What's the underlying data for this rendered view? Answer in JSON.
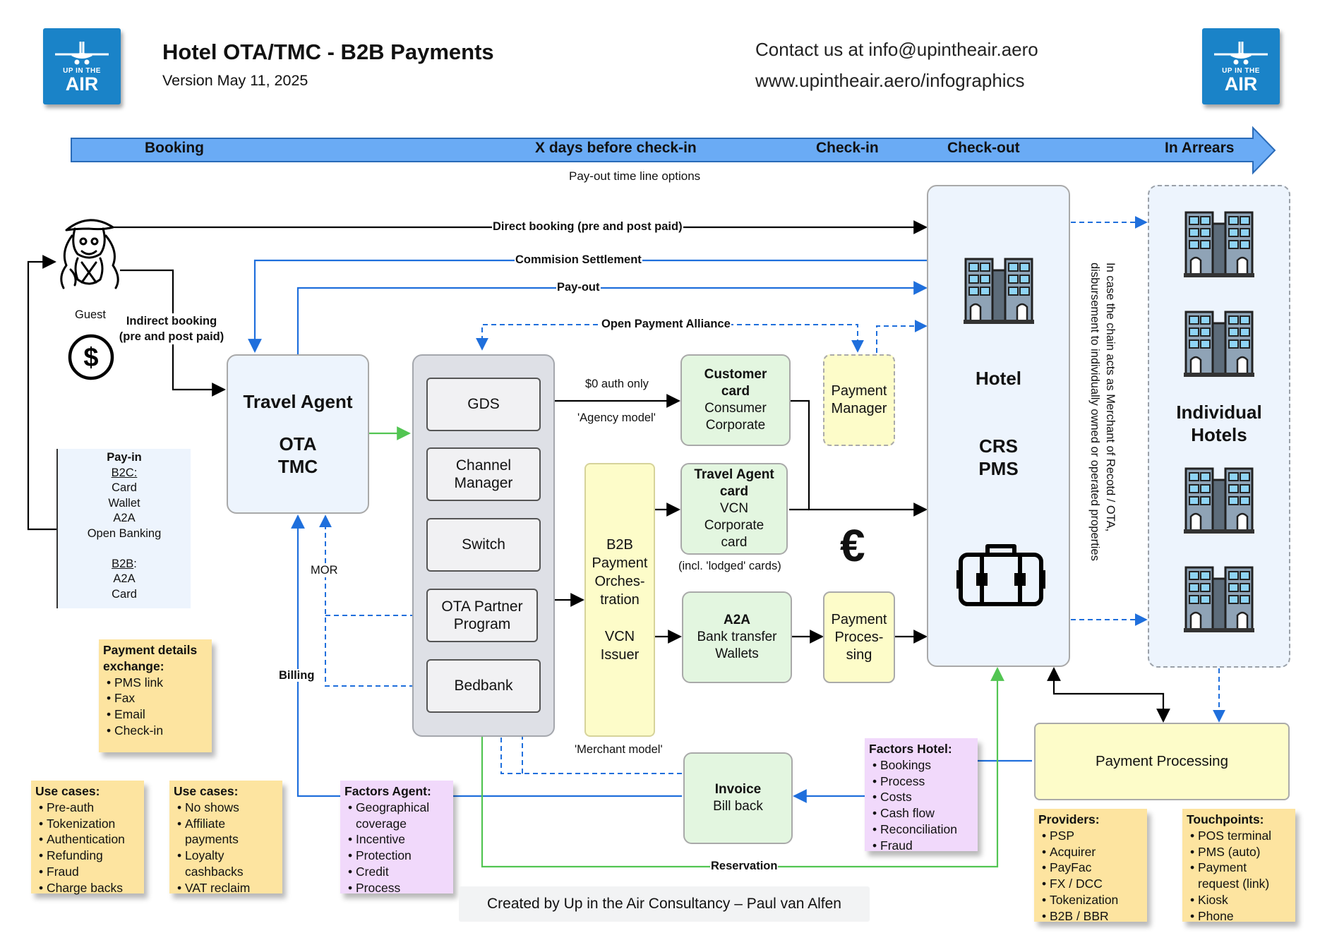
{
  "header": {
    "title": "Hotel OTA/TMC - B2B Payments",
    "version": "Version May 11, 2025",
    "contact": "Contact us at info@upintheair.aero",
    "website": "www.upintheair.aero/infographics",
    "logo_small": "UP IN THE",
    "logo_big": "AIR",
    "logo_icon": "airplane-icon",
    "brand_color": "#1a83c8"
  },
  "timeline": {
    "stages": [
      "Booking",
      "X days before check-in",
      "Check-in",
      "Check-out",
      "In Arrears"
    ],
    "caption": "Pay-out time line options",
    "color": "#6aabf5"
  },
  "guest": {
    "label": "Guest",
    "icon": "traveler-icon",
    "payment_icon": "dollar-icon"
  },
  "payin": {
    "title": "Pay-in",
    "b2c_title": "B2C:",
    "b2c_items": [
      "Card",
      "Wallet",
      "A2A",
      "Open Banking"
    ],
    "b2b_title": "B2B",
    "b2b_colon": ":",
    "b2b_items": [
      "A2A",
      "Card"
    ]
  },
  "travel_agent": {
    "title": "Travel Agent",
    "line1": "OTA",
    "line2": "TMC"
  },
  "stack": {
    "items": [
      "GDS",
      "Channel Manager",
      "Switch",
      "OTA Partner Program",
      "Bedbank"
    ]
  },
  "b2b_orch": {
    "line1": "B2B Payment Orches-tration",
    "line2": "VCN Issuer"
  },
  "customer_card": {
    "title": "Customer card",
    "line1": "Consumer",
    "line2": "Corporate"
  },
  "travel_agent_card": {
    "title": "Travel Agent card",
    "line1": "VCN",
    "line2": "Corporate card",
    "note": "(incl. 'lodged' cards)"
  },
  "a2a": {
    "title": "A2A",
    "line1": "Bank transfer",
    "line2": "Wallets"
  },
  "payment_manager": {
    "label": "Payment Manager"
  },
  "payment_processing_box": {
    "label": "Payment Proces-sing"
  },
  "hotel": {
    "title": "Hotel",
    "line1": "CRS",
    "line2": "PMS",
    "building_icon": "hotel-building-icon",
    "luggage_icon": "suitcase-icon"
  },
  "euro": {
    "symbol": "€",
    "icon": "euro-icon"
  },
  "individual_hotels": {
    "label": "Individual Hotels"
  },
  "vertical_note": {
    "line1": "In case the chain acts as Merchant of Recotd / OTA,",
    "line2": "disbursement to individually owned or operated properties"
  },
  "invoice": {
    "title": "Invoice",
    "line1": "Bill back"
  },
  "payment_processing": {
    "label": "Payment Processing"
  },
  "flows": {
    "direct_booking": "Direct booking (pre and post paid)",
    "commission": "Commision Settlement",
    "payout": "Pay-out",
    "open_payment": "Open Payment Alliance",
    "indirect_booking_1": "Indirect booking",
    "indirect_booking_2": "(pre and post paid)",
    "auth_only": "$0 auth only",
    "agency_model": "'Agency model'",
    "merchant_model": "'Merchant model'",
    "mor": "MOR",
    "billing": "Billing",
    "reservation": "Reservation"
  },
  "notes": {
    "payment_details": {
      "title": "Payment details exchange:",
      "items": [
        "PMS link",
        "Fax",
        "Email",
        "Check-in"
      ]
    },
    "use_cases_1": {
      "title": "Use cases:",
      "items": [
        "Pre-auth",
        "Tokenization",
        "Authentication",
        "Refunding",
        "Fraud",
        "Charge backs"
      ]
    },
    "use_cases_2": {
      "title": "Use cases:",
      "items": [
        "No shows",
        "Affiliate payments",
        "Loyalty cashbacks",
        "VAT reclaim"
      ]
    },
    "factors_agent": {
      "title": "Factors Agent:",
      "items": [
        "Geographical coverage",
        "Incentive",
        "Protection",
        "Credit",
        "Process"
      ]
    },
    "factors_hotel": {
      "title": "Factors Hotel:",
      "items": [
        "Bookings",
        "Process",
        "Costs",
        "Cash flow",
        "Reconciliation",
        "Fraud"
      ]
    },
    "providers": {
      "title": "Providers:",
      "items": [
        "PSP",
        "Acquirer",
        "PayFac",
        "FX / DCC",
        "Tokenization",
        "B2B / BBR"
      ]
    },
    "touchpoints": {
      "title": "Touchpoints:",
      "items": [
        "POS terminal",
        "PMS (auto)",
        "Payment request (link)",
        "Kiosk",
        "Phone"
      ]
    }
  },
  "footer": {
    "credit": "Created by Up in the Air Consultancy – Paul van Alfen"
  },
  "colors": {
    "box_blue": "#edf4fd",
    "box_green": "#e3f6e0",
    "box_yellow": "#fdfcc9",
    "note_yellow": "#fde4a0",
    "note_purple": "#f1d9fb",
    "blue_line": "#1f6fdc",
    "green_line": "#52c552"
  }
}
